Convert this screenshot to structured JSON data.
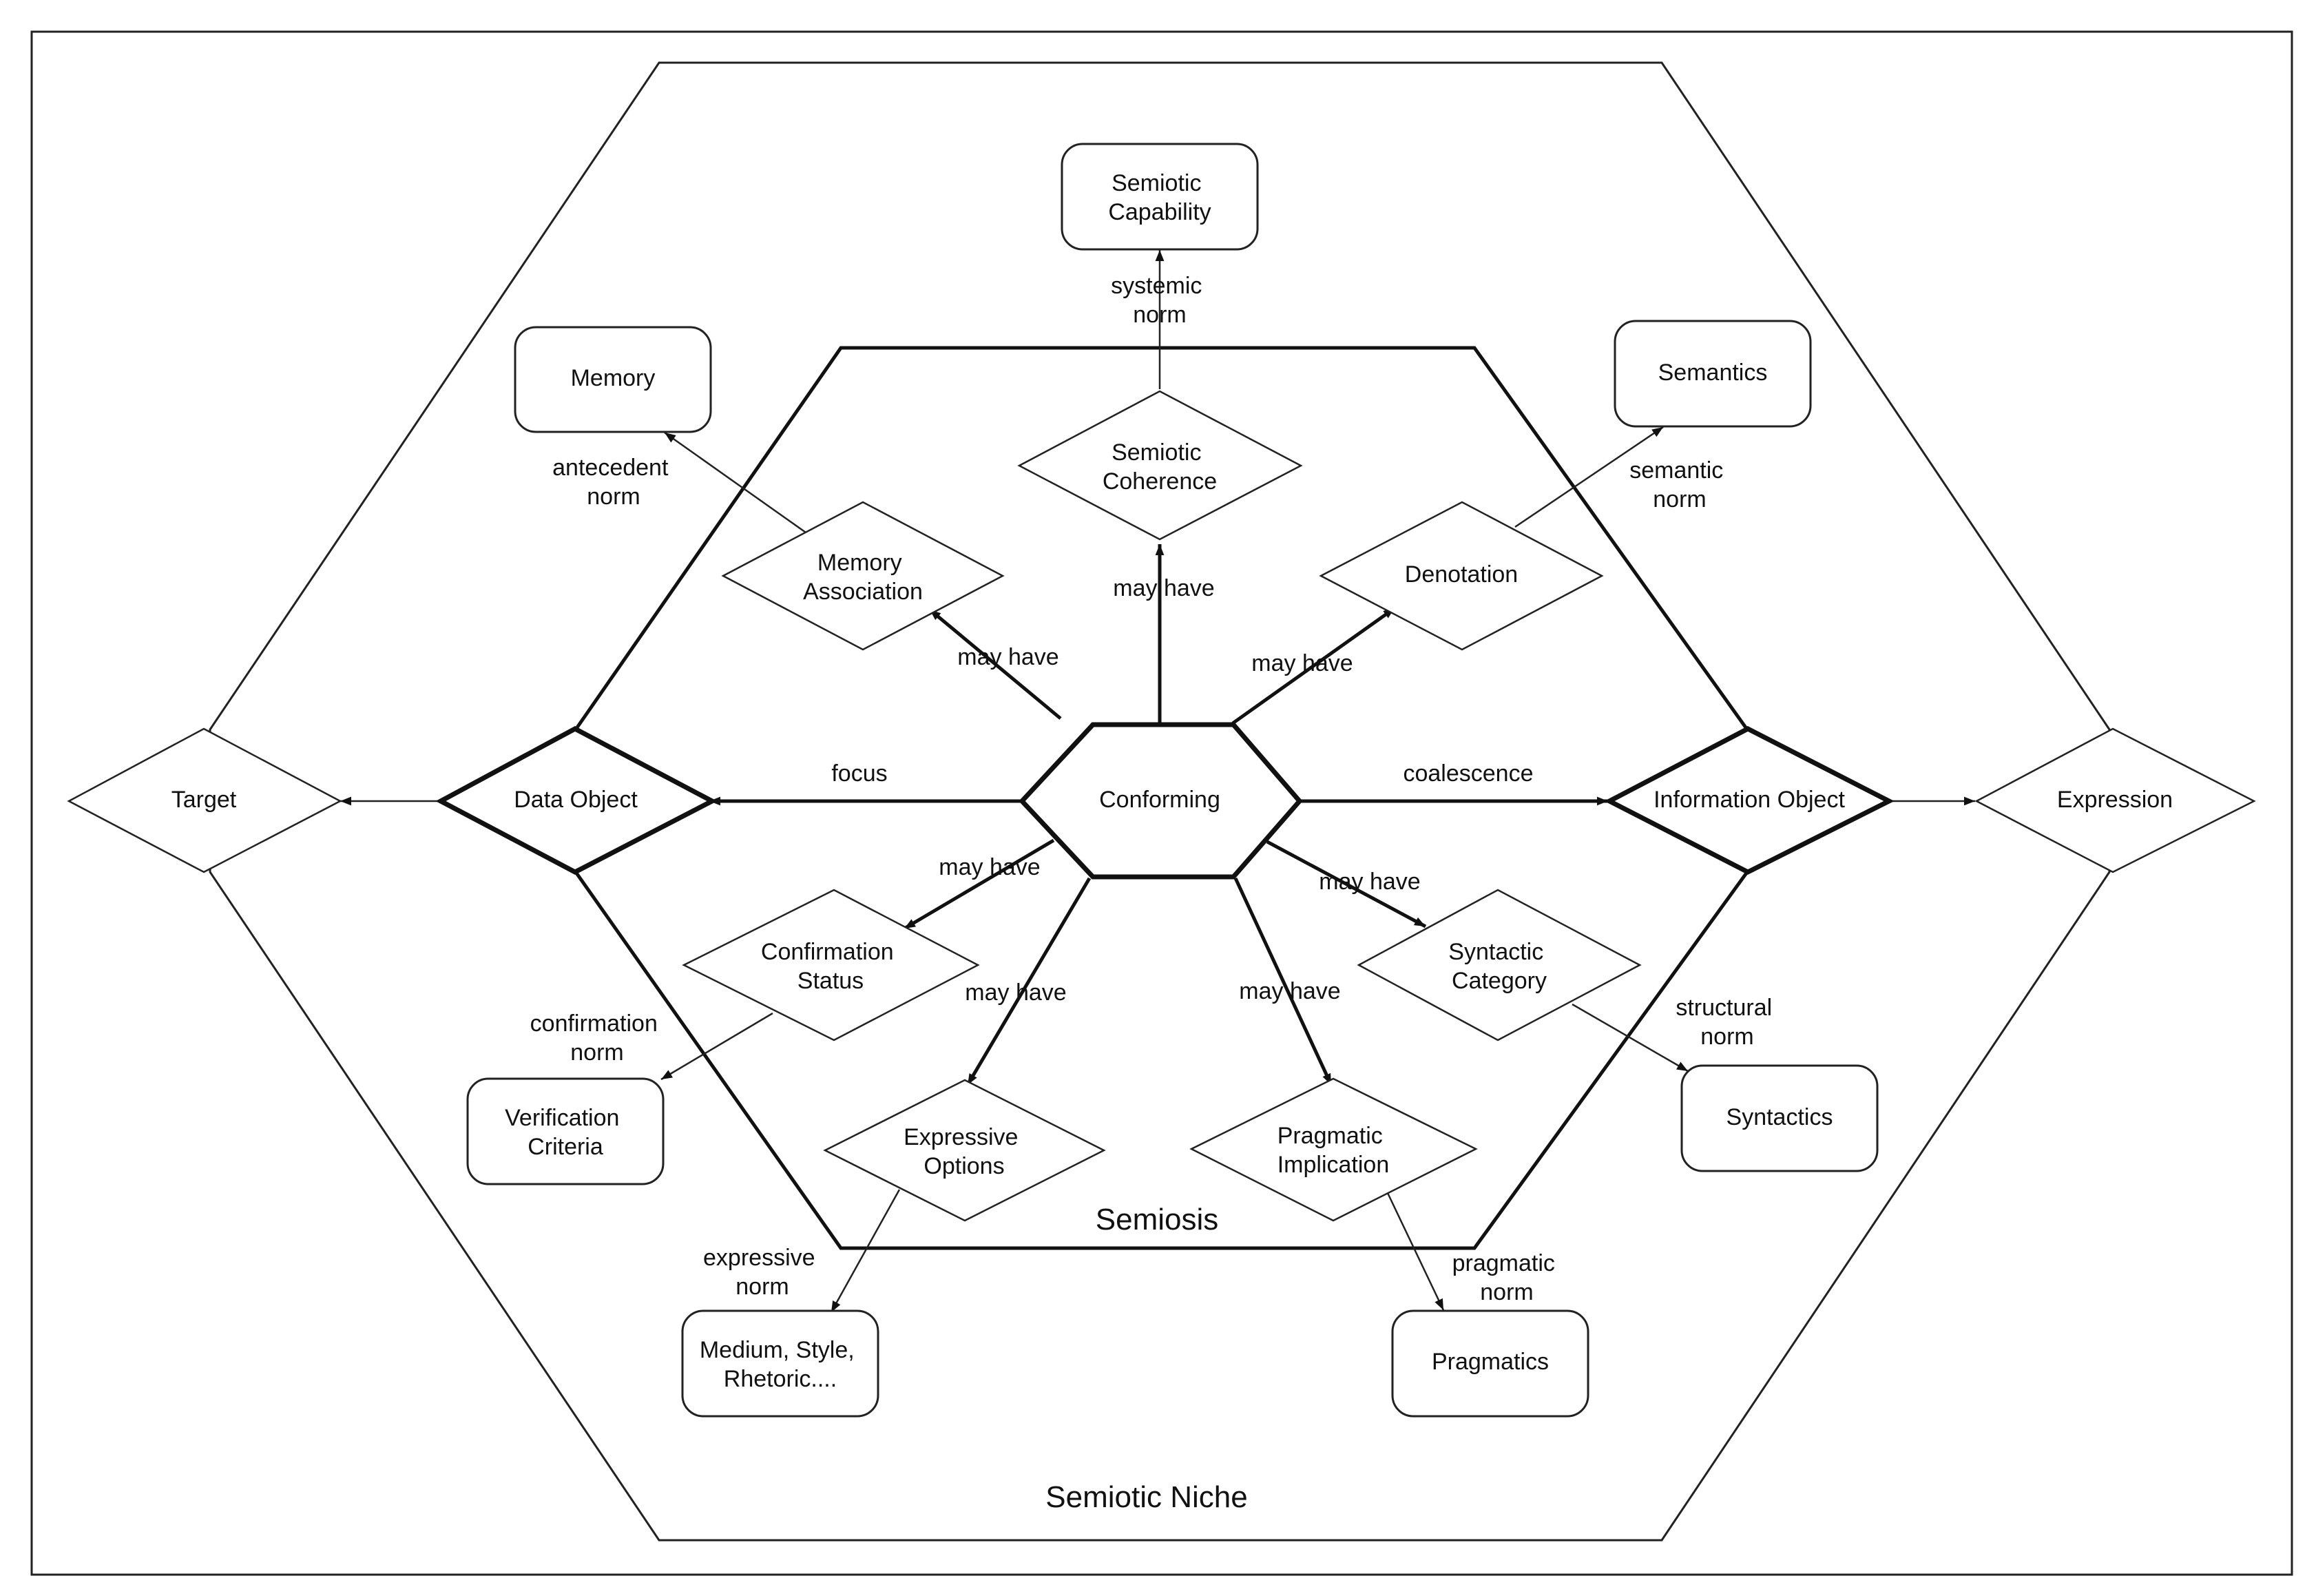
{
  "regions": {
    "outer": "Semiotic Niche",
    "inner": "Semiosis"
  },
  "nodes": {
    "conforming": "Conforming",
    "data_object": "Data Object",
    "information_object": "Information Object",
    "target": "Target",
    "expression": "Expression",
    "memory_association": [
      "Memory",
      "Association"
    ],
    "semiotic_coherence": [
      "Semiotic",
      "Coherence"
    ],
    "denotation": "Denotation",
    "confirmation_status": [
      "Confirmation",
      "Status"
    ],
    "expressive_options": [
      "Expressive",
      "Options"
    ],
    "pragmatic_implication": [
      "Pragmatic",
      "Implication"
    ],
    "syntactic_category": [
      "Syntactic",
      "Category"
    ],
    "memory": "Memory",
    "semiotic_capability": [
      "Semiotic",
      "Capability"
    ],
    "semantics": "Semantics",
    "verification_criteria": [
      "Verification",
      "Criteria"
    ],
    "medium_style_rhetoric": [
      "Medium, Style,",
      "Rhetoric...."
    ],
    "pragmatics": "Pragmatics",
    "syntactics": "Syntactics"
  },
  "edge_labels": {
    "focus": "focus",
    "coalescence": "coalescence",
    "may_have": "may have",
    "antecedent_norm": [
      "antecedent",
      "norm"
    ],
    "systemic_norm": [
      "systemic",
      "norm"
    ],
    "semantic_norm": [
      "semantic",
      "norm"
    ],
    "confirmation_norm": [
      "confirmation",
      "norm"
    ],
    "expressive_norm": [
      "expressive",
      "norm"
    ],
    "pragmatic_norm": [
      "pragmatic",
      "norm"
    ],
    "structural_norm": [
      "structural",
      "norm"
    ]
  }
}
